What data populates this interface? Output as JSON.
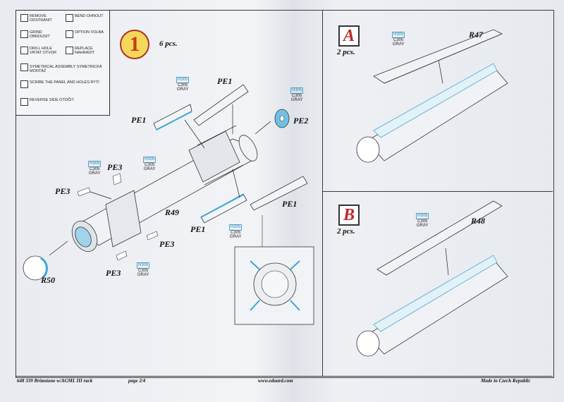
{
  "legend": {
    "remove": "REMOVE ODSTRANIT",
    "bend": "BEND OHNOUT",
    "grind": "GRIND OBROUSIT",
    "option": "OPTION VOLBA",
    "drill": "DRILL HOLE VRTAT OTVOR",
    "replace": "REPLACE NAHRADIT",
    "symmetrical": "SYMETRICAL ASSEMBLY SYMETRICKÁ MONTÁŽ",
    "scribe": "SCRIBE THE PANEL AND HOLES RYTÍ",
    "reverse": "REVERSE SIDE OTOČIT"
  },
  "step1": {
    "number": "1",
    "quantity": "6 pcs.",
    "labels": {
      "pe1": "PE1",
      "pe2": "PE2",
      "pe3": "PE3",
      "r49": "R49",
      "r50": "R50"
    }
  },
  "paint": {
    "h": "H305",
    "c": "C305",
    "name": "GRAY"
  },
  "variant_a": {
    "letter": "A",
    "quantity": "2 pcs.",
    "part": "R47"
  },
  "variant_b": {
    "letter": "B",
    "quantity": "2 pcs.",
    "part": "R48"
  },
  "footer": {
    "product": "648 339  Brimstone w/AGML III rack",
    "page": "page 2/4",
    "url": "www.eduard.com",
    "origin": "Made in Czech Republic"
  }
}
